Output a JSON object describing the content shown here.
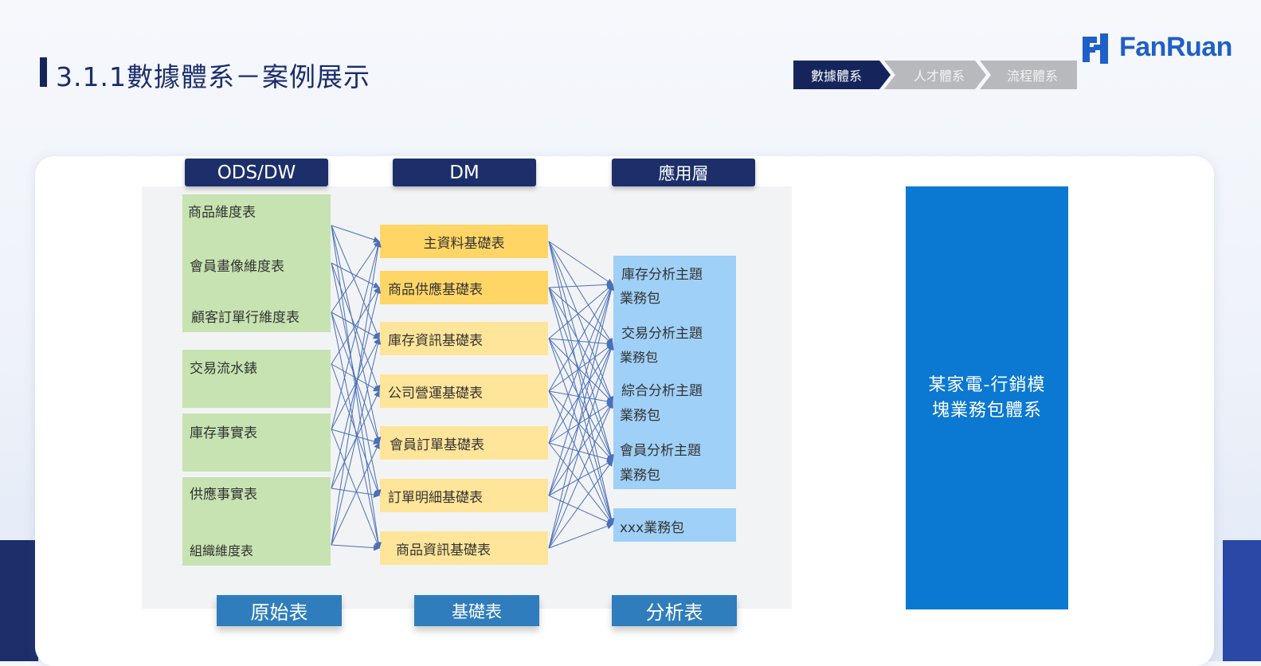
{
  "header": {
    "title": "3.1.1數據體系－案例展示"
  },
  "steps": [
    {
      "label": "數據體系",
      "active": true
    },
    {
      "label": "人才體系",
      "active": false
    },
    {
      "label": "流程體系",
      "active": false
    }
  ],
  "logo": {
    "text": "FanRuan",
    "color": "#1f5fc8"
  },
  "columns": {
    "ods": {
      "header": "ODS/DW",
      "items": [
        "商品維度表",
        "會員畫像維度表",
        "顧客訂單行維度表",
        "交易流水錶",
        "庫存事實表",
        "供應事實表",
        "組織維度表"
      ],
      "footer": "原始表"
    },
    "dm": {
      "header": "DM",
      "items": [
        "主資料基礎表",
        "商品供應基礎表",
        "庫存資訊基礎表",
        "公司營運基礎表",
        "會員訂單基礎表",
        "訂單明細基礎表",
        "商品資訊基礎表"
      ],
      "footer": "基礎表"
    },
    "app": {
      "header": "應用層",
      "items": [
        {
          "line1": "庫存分析主題",
          "line2": "業務包"
        },
        {
          "line1": "交易分析主題",
          "line2": "業務包"
        },
        {
          "line1": "綜合分析主題",
          "line2": "業務包"
        },
        {
          "line1": "會員分析主題",
          "line2": "業務包"
        },
        {
          "line1": "xxx業務包",
          "line2": ""
        }
      ],
      "footer": "分析表"
    }
  },
  "summary": {
    "text": "某家電-行銷模塊業務包體系"
  },
  "colors": {
    "navy": "#1c2f6b",
    "green": "#c7e3b1",
    "yellow_dark": "#ffd666",
    "yellow_light": "#ffe599",
    "light_blue": "#9fd0f7",
    "strong_blue": "#0b78d2",
    "footer_blue": "#2f7dbd",
    "link": "#4a70b8"
  }
}
